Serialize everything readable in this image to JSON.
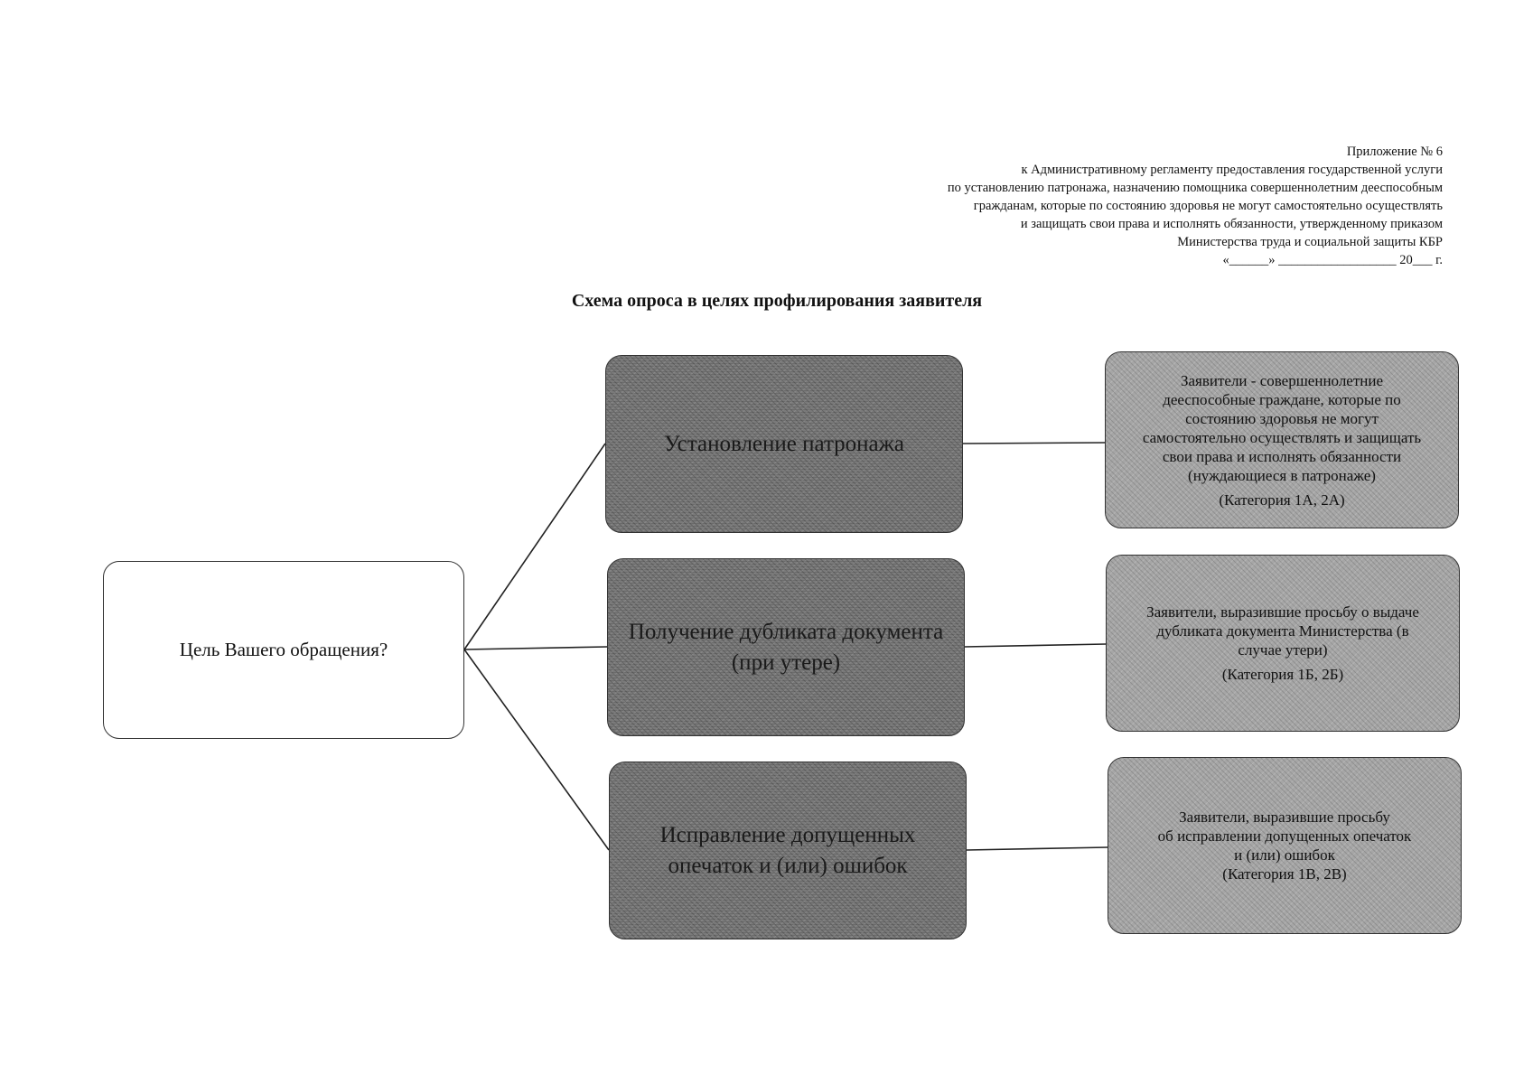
{
  "appendix": {
    "lines": [
      "Приложение № 6",
      "к Административному регламенту предоставления государственной услуги",
      "по установлению патронажа, назначению помощника совершеннолетним дееспособным",
      "гражданам, которые по состоянию здоровья не могут самостоятельно осуществлять",
      "и защищать свои права и исполнять обязанности, утвержденному приказом",
      "Министерства труда и социальной защиты КБР",
      "«______» __________________ 20___ г."
    ]
  },
  "title": "Схема опроса в целях профилирования заявителя",
  "root_question": "Цель Вашего обращения?",
  "options": [
    {
      "label": "Установление патронажа",
      "category_text": "Заявители - совершеннолетние\nдееспособные граждане, которые по\nсостоянию здоровья не могут\nсамостоятельно осуществлять и защищать\nсвои права и исполнять обязанности\n(нуждающиеся в патронаже)",
      "category_code": "(Категория 1А, 2А)"
    },
    {
      "label": "Получение дубликата документа (при утере)",
      "category_text": "Заявители, выразившие просьбу о выдаче\nдубликата документа Министерства (в\nслучае утери)",
      "category_code": "(Категория 1Б, 2Б)"
    },
    {
      "label": "Исправление допущенных опечаток и (или) ошибок",
      "category_text": "Заявители, выразившие просьбу\nоб исправлении допущенных опечаток\nи (или) ошибок",
      "category_code": "(Категория 1В, 2В)"
    }
  ]
}
